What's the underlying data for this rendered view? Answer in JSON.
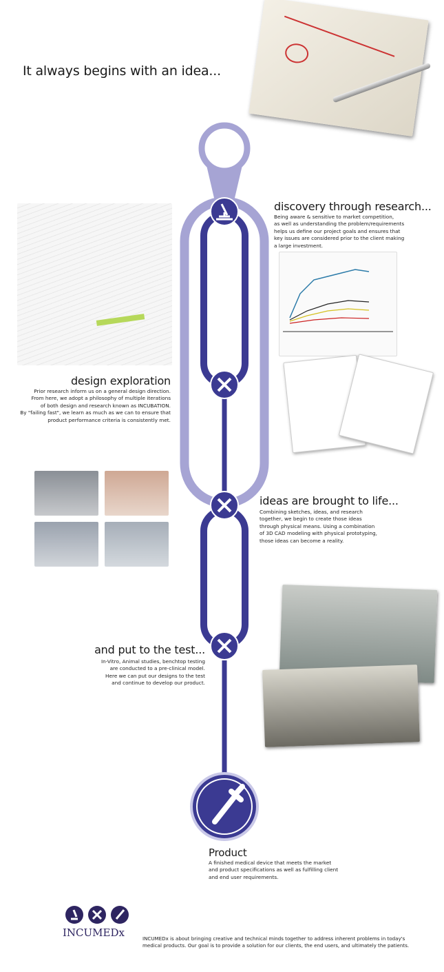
{
  "intro": {
    "title": "It always begins with an idea..."
  },
  "steps": [
    {
      "title": "discovery through research...",
      "body": "Being aware & sensitive to market competition,\nas well as understanding the problem/requirements\nhelps us define our project goals and ensures that\nkey issues are considered prior to the client making\na large investment.",
      "icon": "microscope-icon"
    },
    {
      "title": "design exploration",
      "body": "Prior research inform us on a general design direction.\nFrom here, we adopt a philosophy of multiple iterations\nof both design and research known as INCUBATION.\nBy \"failing fast\", we learn as much as we can to ensure that\nproduct performance criteria is consistently met.",
      "icon": "cross-tools-icon"
    },
    {
      "title": "ideas are brought to life...",
      "body": "Combining sketches, ideas, and research\ntogether, we begin to create those ideas\nthrough physical means.  Using a combination\nof 3D CAD modeling with physical prototyping,\nthose ideas can become a reality.",
      "icon": "cross-tools-icon"
    },
    {
      "title": "and put to the test...",
      "body": "In-Vitro, Animal studies, benchtop testing\nare conducted to a pre-clinical model.\nHere we can put our designs to the test\nand continue to develop our product.",
      "icon": "cross-tools-icon"
    },
    {
      "title": "Product",
      "body": "A finished medical device that meets the market\nand product specifications as well as fulfilling client\nand end user requirements.",
      "icon": "syringe-icon"
    }
  ],
  "footer": {
    "logo_text": "INCUMEDx",
    "body": "INCUMEDx is about bringing creative and technical minds together to address inherent problems in today's\nmedical products.  Our goal is to provide a solution for our clients, the end users, and ultimately the patients."
  },
  "colors": {
    "dark": "#3b3a92",
    "light": "#a6a4d4",
    "logo": "#2e2561"
  }
}
